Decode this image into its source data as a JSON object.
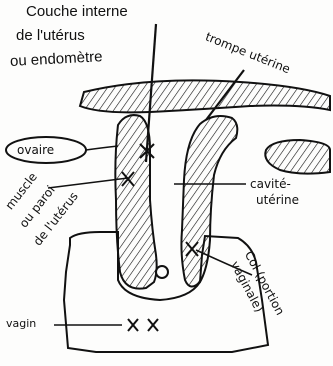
{
  "labels": {
    "couche_line1": "Couche interne",
    "couche_line2": "de l'utérus",
    "couche_line3": "ou endomètre",
    "trompe": "trompe utérine",
    "ovaire": "ovaire",
    "cavite_line1": "cavité-",
    "cavite_line2": "utérine",
    "muscle_line1": "muscle",
    "muscle_line2": "ou paroi",
    "muscle_line3": "de l'utérus",
    "col_line1": "Col (portion",
    "col_line2": "vaginale)",
    "vagin": "vagin"
  },
  "colors": {
    "ink": "#111111",
    "paper": "#fdfdfc"
  }
}
